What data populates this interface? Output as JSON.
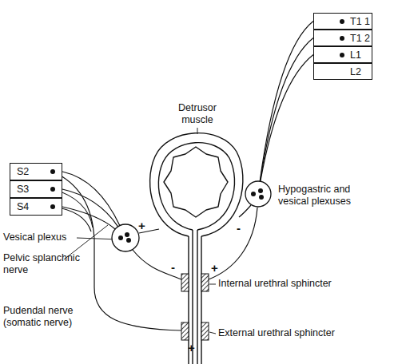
{
  "diagram": {
    "nodes": [
      {
        "text": [
          "T1 1"
        ]
      },
      {
        "text": [
          "T1 2"
        ]
      },
      {
        "text": [
          "L1"
        ]
      },
      {
        "text": [
          "L2"
        ]
      },
      {
        "text": [
          "S2"
        ]
      },
      {
        "text": [
          "S3"
        ]
      },
      {
        "text": [
          "S4"
        ]
      },
      {
        "text": [
          "Hypogastric and vesical plexuses"
        ]
      },
      {
        "text": [
          "Vesical plexus"
        ]
      }
    ],
    "edges": [
      {
        "from": 0,
        "to": 7,
        "arrow": "none"
      },
      {
        "from": 1,
        "to": 7,
        "arrow": "none"
      },
      {
        "from": 2,
        "to": 7,
        "arrow": "none"
      },
      {
        "from": 4,
        "to": 8,
        "arrow": "none"
      },
      {
        "from": 5,
        "to": 8,
        "arrow": "none"
      },
      {
        "from": 6,
        "to": 8,
        "arrow": "none"
      }
    ],
    "labels": [
      "Detrusor muscle",
      "+",
      "-",
      "Pelvic splanchnic nerve",
      "-",
      "+",
      "Internal urethral sphincter",
      "Pudendal nerve (somatic nerve)",
      "External urethral sphincter",
      "+"
    ]
  }
}
